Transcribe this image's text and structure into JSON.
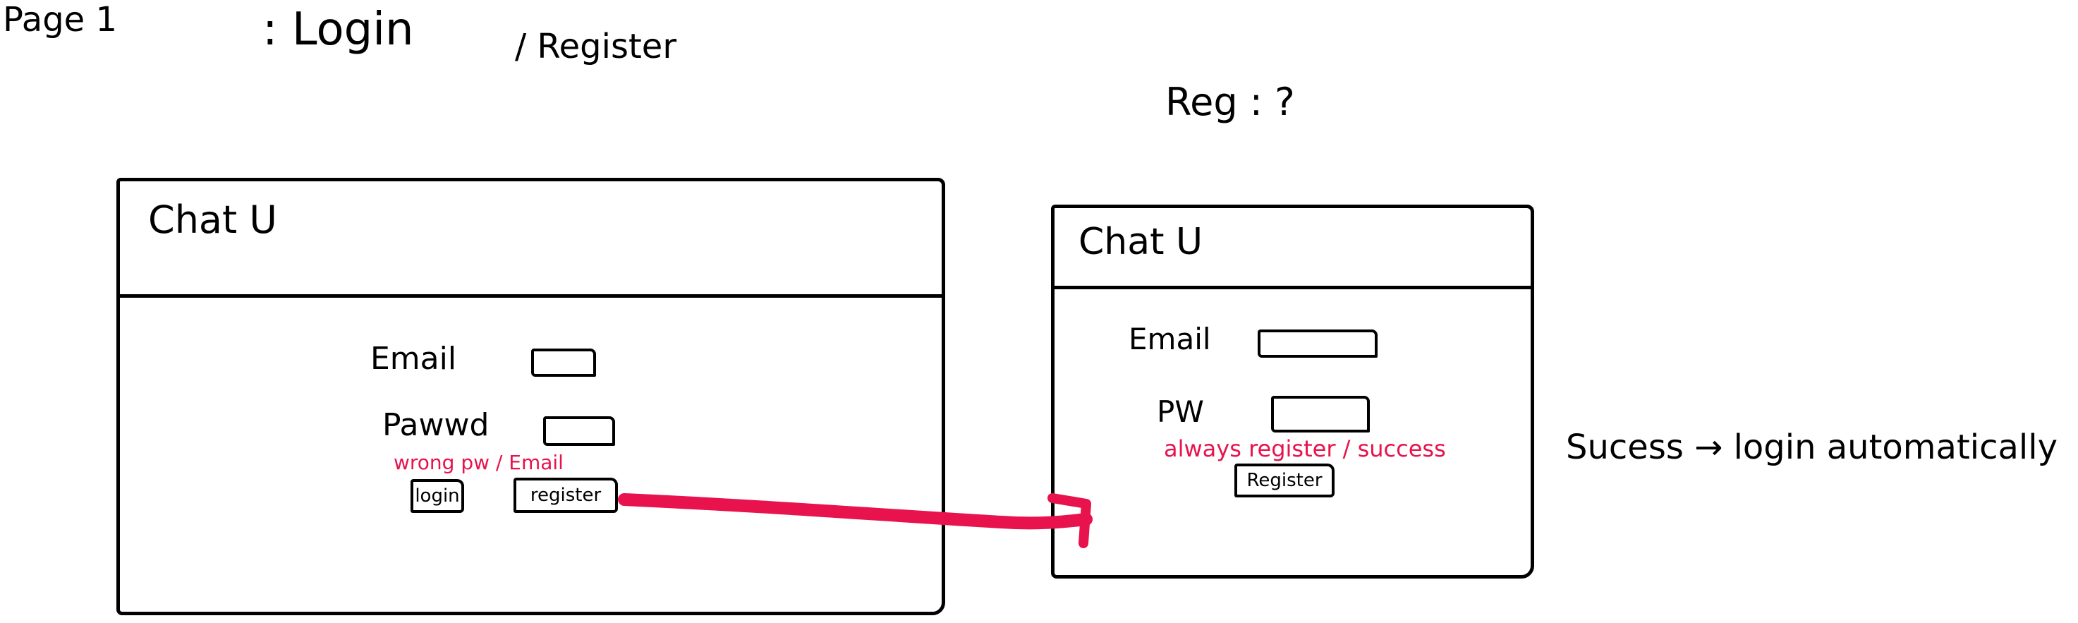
{
  "page_heading": {
    "page_label": "Page 1",
    "section_label": ": Login",
    "subsection_label": "/ Register"
  },
  "register_heading": "Reg : ?",
  "login_window": {
    "app_title": "Chat U",
    "email_label": "Email",
    "password_label": "Pawwd",
    "error_note": "wrong pw / Email",
    "login_button": "login",
    "register_button": "register"
  },
  "register_window": {
    "app_title": "Chat U",
    "email_label": "Email",
    "password_label": "PW",
    "status_note": "always register / success",
    "register_button": "Register"
  },
  "success_note": "Sucess → login automatically",
  "colors": {
    "ink": "#000000",
    "annotation": "#e8124c"
  }
}
